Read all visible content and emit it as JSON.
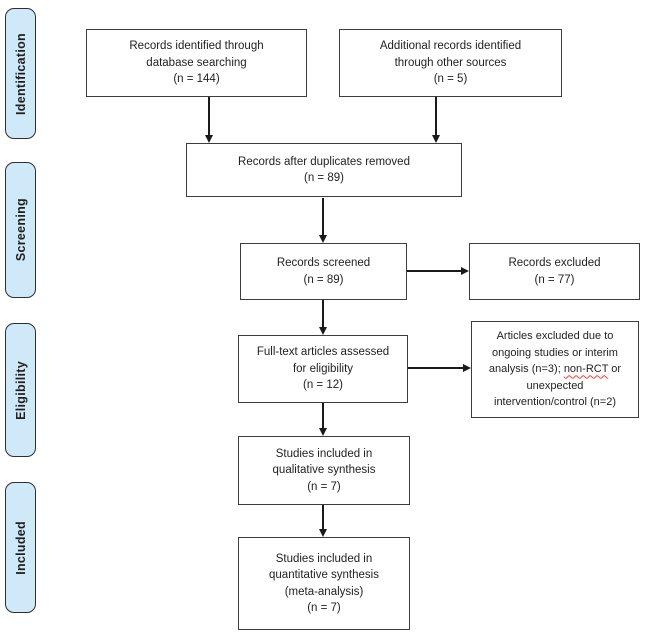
{
  "figure": {
    "kind": "PRISMA flow diagram"
  },
  "sidebar": {
    "stages": [
      {
        "label": "Identification"
      },
      {
        "label": "Screening"
      },
      {
        "label": "Eligibility"
      },
      {
        "label": "Included"
      }
    ]
  },
  "flow": {
    "database_search": {
      "text": "Records identified through\ndatabase searching\n(n = 144)"
    },
    "other_sources": {
      "text": "Additional records identified\nthrough other sources\n(n = 5)"
    },
    "duplicates_removed": {
      "text": "Records after duplicates removed\n(n = 89)"
    },
    "screened": {
      "text": "Records screened\n(n = 89)"
    },
    "records_excluded": {
      "text": "Records excluded\n(n = 77)"
    },
    "fulltext_assessed": {
      "text": "Full-text articles assessed\nfor eligibility\n(n = 12)"
    },
    "articles_excluded": {
      "before": "Articles excluded due to\nongoing studies or interim\nanalysis (n=3); ",
      "highlight": "non-RCT",
      "after": " or\nunexpected\nintervention/control (n=2)"
    },
    "qualitative_synthesis": {
      "text": "Studies included in\nqualitative synthesis\n(n = 7)"
    },
    "quantitative_synthesis": {
      "text": "Studies included in\nquantitative synthesis\n(meta-analysis)\n(n = 7)"
    }
  },
  "colors": {
    "stage_fill": "#cfe9f9",
    "stage_border": "#2f2f2f",
    "box_border": "#3d3d3d",
    "arrow": "#1a1a1a",
    "text": "#1f1f1f",
    "squiggle": "#ff3b30",
    "bg": "#ffffff"
  }
}
